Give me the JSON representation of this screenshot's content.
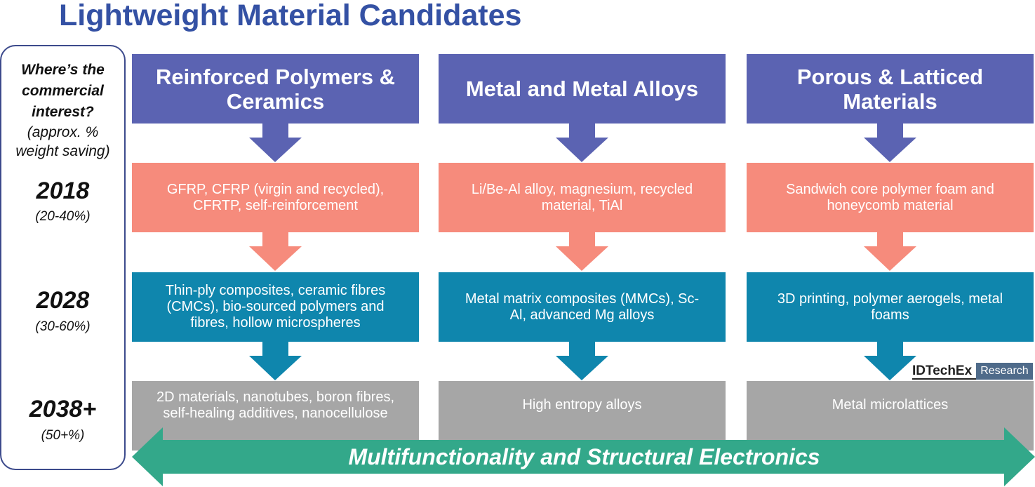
{
  "title": "Lightweight Material Candidates",
  "sidebar": {
    "question": [
      "Where’s the",
      "commercial",
      "interest?"
    ],
    "subtitle": [
      "(approx. %",
      "weight saving)"
    ],
    "timeline": [
      {
        "year": "2018",
        "saving": "(20-40%)"
      },
      {
        "year": "2028",
        "saving": "(30-60%)"
      },
      {
        "year": "2038+",
        "saving": "(50+%)"
      }
    ]
  },
  "columns": [
    {
      "header": [
        "Reinforced Polymers &",
        "Ceramics"
      ],
      "stage_2018": [
        "GFRP, CFRP (virgin and recycled),",
        "CFRTP, self-reinforcement"
      ],
      "stage_2028": [
        "Thin-ply composites, ceramic fibres",
        "(CMCs), bio-sourced polymers and",
        "fibres, hollow microspheres"
      ],
      "stage_2038": [
        "2D materials, nanotubes, boron fibres,",
        "self-healing additives, nanocellulose"
      ]
    },
    {
      "header": [
        "Metal and Metal Alloys"
      ],
      "stage_2018": [
        "Li/Be-Al alloy, magnesium, recycled",
        "material, TiAl"
      ],
      "stage_2028": [
        "Metal matrix composites (MMCs), Sc-",
        "Al, advanced Mg alloys"
      ],
      "stage_2038": [
        "High entropy alloys"
      ]
    },
    {
      "header": [
        "Porous & Latticed",
        "Materials"
      ],
      "stage_2018": [
        "Sandwich core polymer foam and",
        "honeycomb material"
      ],
      "stage_2028": [
        "3D printing, polymer aerogels, metal",
        "foams"
      ],
      "stage_2038": [
        "Metal microlattices"
      ]
    }
  ],
  "banner": "Multifunctionality and Structural Electronics",
  "logo": {
    "brand": "IDTechEx",
    "tag": "Research"
  },
  "colors": {
    "title": "#3451a4",
    "header": "#5b63b2",
    "stage_2018": "#f68b7c",
    "stage_2028": "#0f86ad",
    "stage_2038": "#a6a6a6",
    "banner": "#33a88a"
  }
}
